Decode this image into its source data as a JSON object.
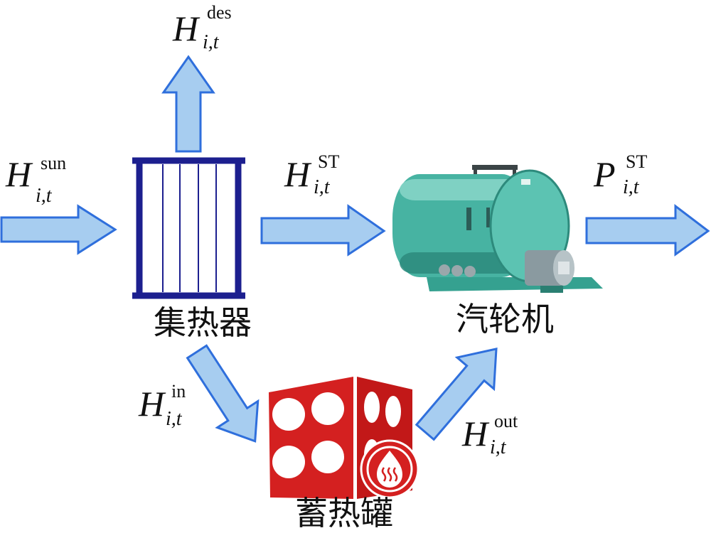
{
  "nodes": {
    "collector": {
      "label": "集热器"
    },
    "turbine": {
      "label": "汽轮机"
    },
    "storage": {
      "label": "蓄热罐"
    }
  },
  "flows": {
    "sun": {
      "symbol": "H",
      "sup": "sun",
      "sub": "i,t"
    },
    "des": {
      "symbol": "H",
      "sup": "des",
      "sub": "i,t"
    },
    "st_heat": {
      "symbol": "H",
      "sup": "ST",
      "sub": "i,t"
    },
    "st_power": {
      "symbol": "P",
      "sup": "ST",
      "sub": "i,t"
    },
    "in": {
      "symbol": "H",
      "sup": "in",
      "sub": "i,t"
    },
    "out": {
      "symbol": "H",
      "sup": "out",
      "sub": "i,t"
    }
  },
  "colors": {
    "arrow_fill": "#a7cdf0",
    "arrow_stroke": "#2f6fdc",
    "collector": "#1c1f8f",
    "turbine": "#47b3a2",
    "storage": "#d42020"
  }
}
